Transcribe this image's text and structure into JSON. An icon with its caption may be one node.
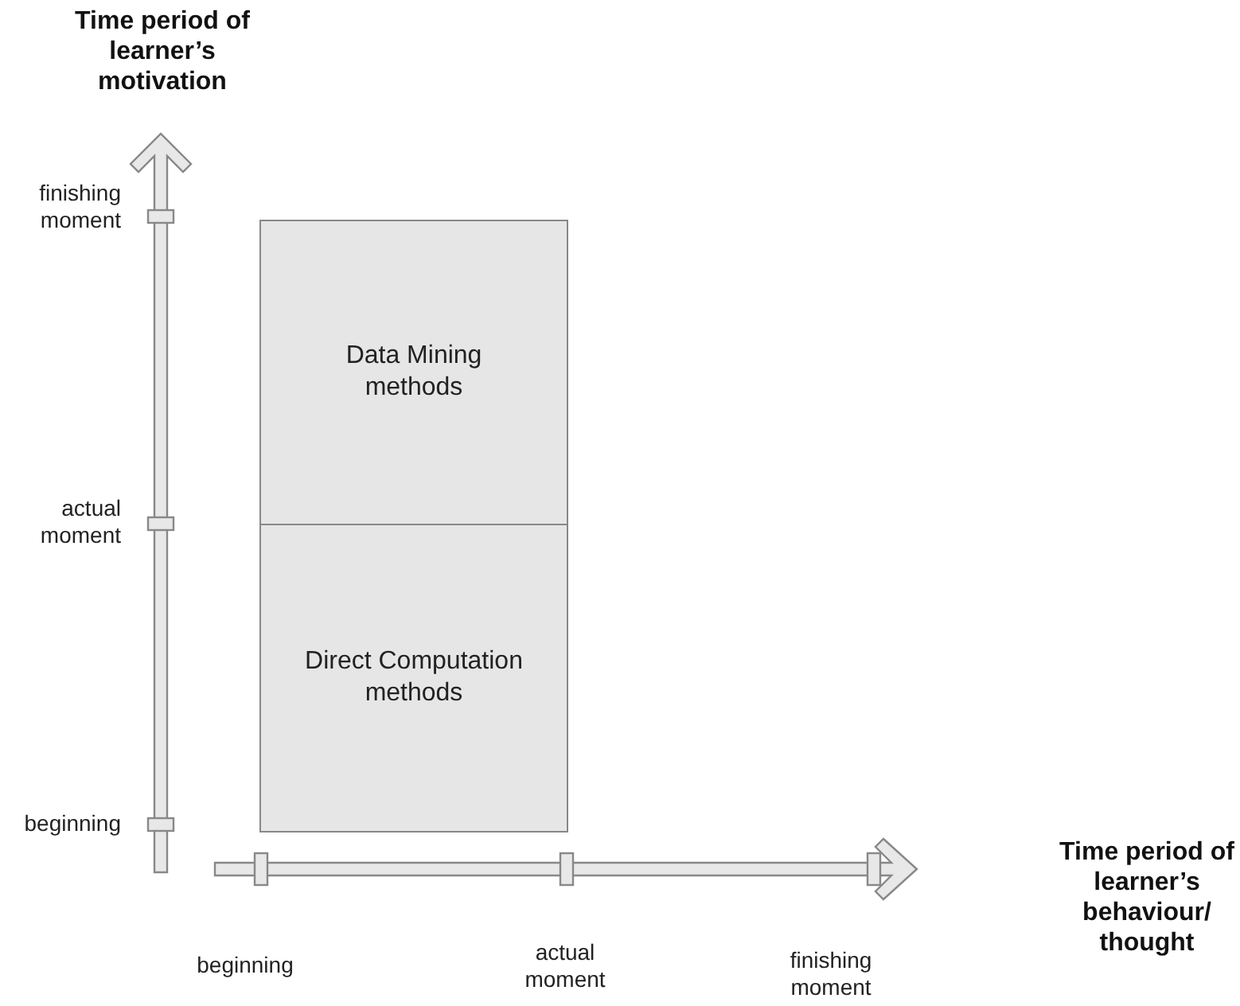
{
  "diagram": {
    "nodes": [
      {
        "text": [
          "Data Mining methods"
        ]
      },
      {
        "text": [
          "Direct Computation methods"
        ]
      }
    ],
    "labels": [
      "Time period of learner’s motivation",
      "finishing moment",
      "actual moment",
      "beginning",
      "Time period of learner’s behaviour/ thought",
      "beginning",
      "actual moment",
      "finishing moment"
    ]
  }
}
